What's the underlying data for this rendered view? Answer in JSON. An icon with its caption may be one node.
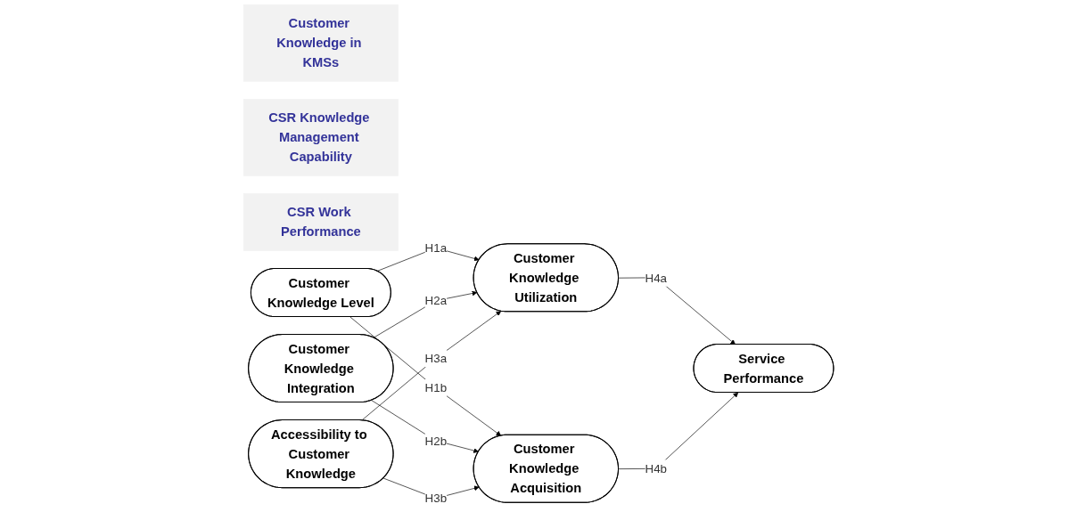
{
  "diagram": {
    "nodes": [
      {
        "text": [
          "Customer Knowledge in KMSs"
        ]
      },
      {
        "text": [
          "CSR Knowledge Management Capability"
        ]
      },
      {
        "text": [
          "CSR Work Performance"
        ]
      },
      {
        "text": [
          "Customer Knowledge Level"
        ]
      },
      {
        "text": [
          "Customer Knowledge Integration"
        ]
      },
      {
        "text": [
          "Accessibility to Customer Knowledge"
        ]
      },
      {
        "text": [
          "Customer Knowledge Utilization"
        ]
      },
      {
        "text": [
          "Customer Knowledge Acquisition"
        ]
      },
      {
        "text": [
          "Service Performance"
        ]
      }
    ],
    "edges": [
      {
        "from": 3,
        "to": 6,
        "arrow": "to",
        "label": "H1a"
      },
      {
        "from": 3,
        "to": 7,
        "arrow": "to",
        "label": "H1b"
      },
      {
        "from": 4,
        "to": 6,
        "arrow": "to",
        "label": "H2a"
      },
      {
        "from": 4,
        "to": 7,
        "arrow": "to",
        "label": "H2b"
      },
      {
        "from": 5,
        "to": 6,
        "arrow": "to",
        "label": "H3a"
      },
      {
        "from": 5,
        "to": 7,
        "arrow": "to",
        "label": "H3b"
      },
      {
        "from": 6,
        "to": 8,
        "arrow": "to",
        "label": "H4a"
      },
      {
        "from": 7,
        "to": 8,
        "arrow": "to",
        "label": "H4b"
      }
    ]
  }
}
